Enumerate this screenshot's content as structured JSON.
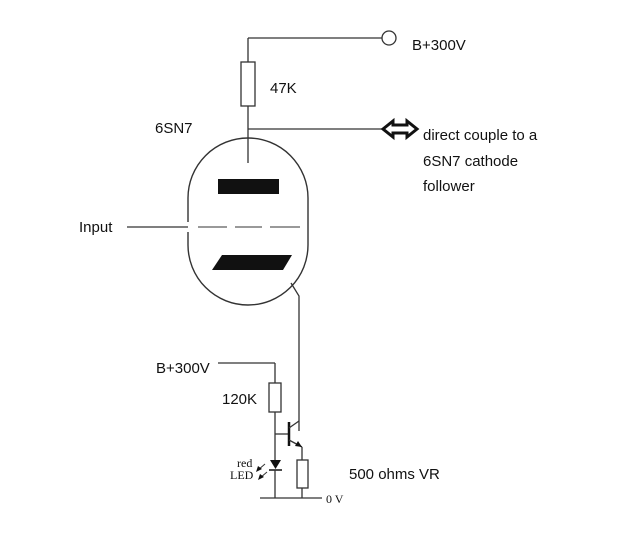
{
  "labels": {
    "supply_top": "B+300V",
    "plate_resistor": "47K",
    "tube_type": "6SN7",
    "output_note_line1": "direct couple to a",
    "output_note_line2": "6SN7 cathode",
    "output_note_line3": "follower",
    "input": "Input",
    "supply_bottom": "B+300V",
    "bias_resistor": "120K",
    "led_line1": "red",
    "led_line2": "LED",
    "variable_resistor": "500 ohms VR",
    "ground": "0 V"
  },
  "colors": {
    "wire": "#333333",
    "text": "#111111",
    "electrode": "#111111"
  },
  "icons": {
    "output_arrow": "outline-right-arrow-icon",
    "supply_terminal": "open-circle-terminal-icon"
  }
}
